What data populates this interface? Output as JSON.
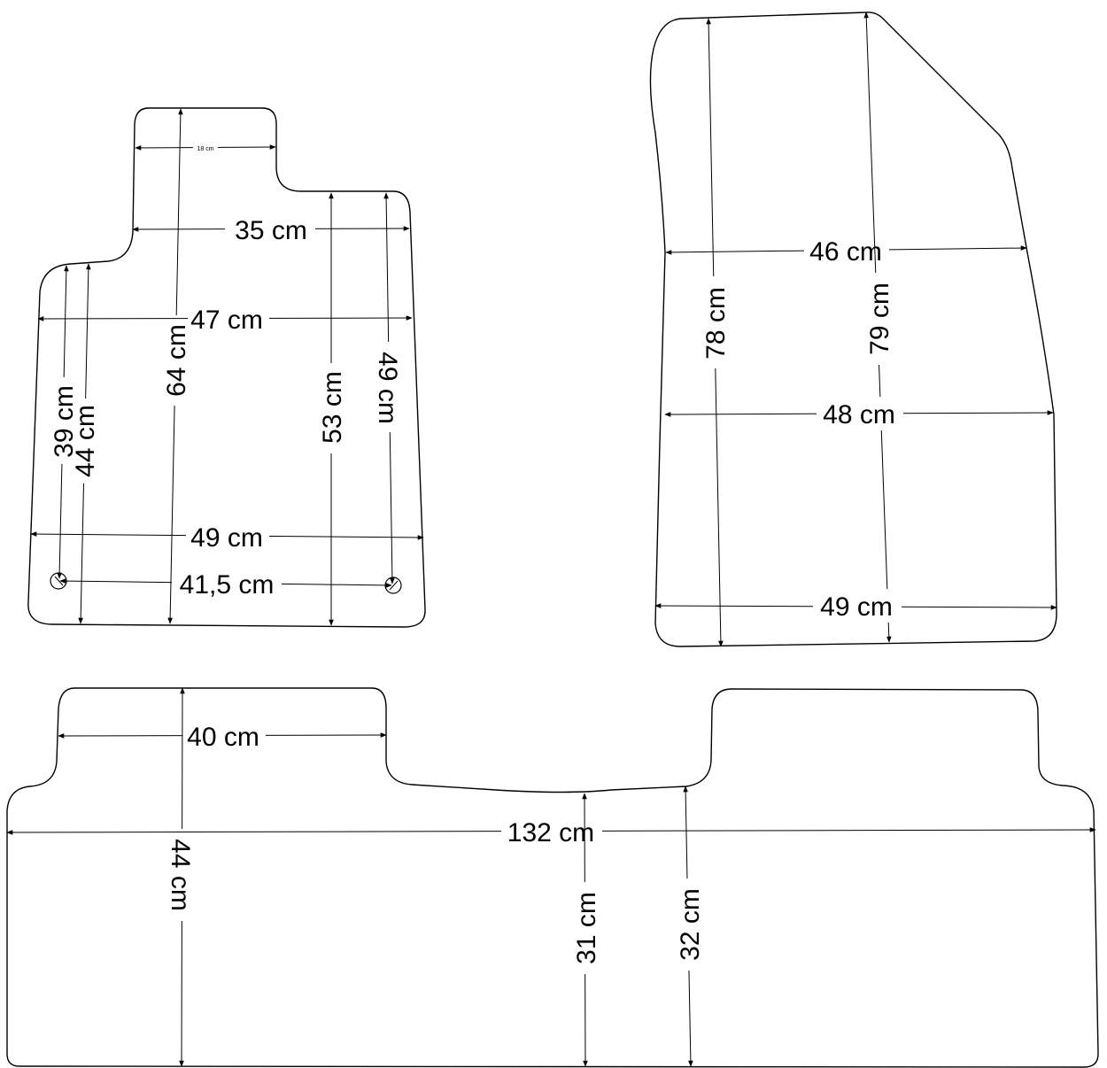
{
  "colors": {
    "line": "#000000",
    "background": "#ffffff"
  },
  "front_left_mat": {
    "dims": {
      "heel_width": "18 cm",
      "width_top": "35 cm",
      "width_mid": "47 cm",
      "width_bottom": "49 cm",
      "hole_spacing": "41,5 cm",
      "height_center": "64 cm",
      "height_right_inner": "53 cm",
      "height_right": "49 cm",
      "height_left_outer": "39 cm",
      "height_left_inner": "44 cm"
    }
  },
  "front_right_mat": {
    "dims": {
      "width_top": "46 cm",
      "width_mid": "48 cm",
      "width_bottom": "49 cm",
      "height_left": "78 cm",
      "height_right": "79 cm"
    }
  },
  "rear_mat": {
    "dims": {
      "width_left_block": "40 cm",
      "total_width": "132 cm",
      "height_left": "44 cm",
      "height_center": "31 cm",
      "height_center_right": "32 cm"
    }
  }
}
